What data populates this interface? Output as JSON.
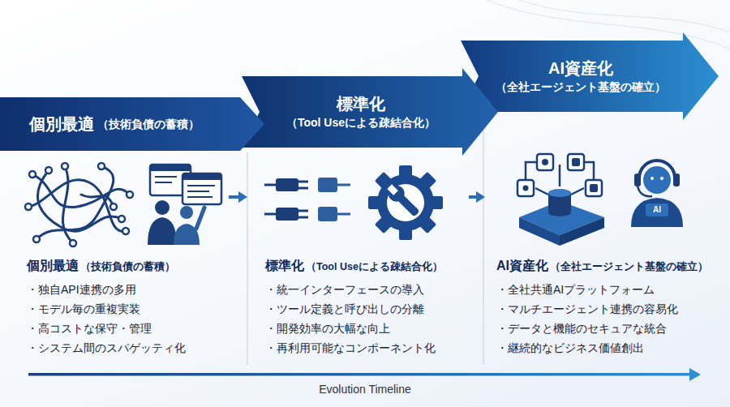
{
  "diagram": {
    "nodes": [
      {
        "text": [
          "個別最適",
          "（技術負債の蓄積）"
        ]
      },
      {
        "text": [
          "標準化",
          "（Tool Useによる疎結合化）"
        ]
      },
      {
        "text": [
          "AI資産化",
          "（全社エージェント基盤の確立）"
        ]
      },
      {
        "text": [
          "個別最適",
          "（技術負債の蓄積）",
          "・独自API連携の多用",
          "・モデル毎の重複実装",
          "・高コストな保守・管理",
          "・システム間のスパゲッティ化"
        ]
      },
      {
        "text": [
          "標準化",
          "（Tool Useによる疎結合化）",
          "・統一インターフェースの導入",
          "・ツール定義と呼び出しの分離",
          "・開発効率の大幅な向上",
          "・再利用可能なコンポーネント化"
        ]
      },
      {
        "text": [
          "AI資産化",
          "（全社エージェント基盤の確立）",
          "・全社共通AIプラットフォーム",
          "・マルチエージェント連携の容易化",
          "・データと機能のセキュアな統合",
          "・継続的なビジネス価値創出"
        ]
      }
    ],
    "edges": [
      {
        "from": 3,
        "to": 4,
        "arrow": "to"
      },
      {
        "from": 4,
        "to": 5,
        "arrow": "to"
      }
    ],
    "labels": [
      "AI",
      "Evolution Timeline"
    ]
  }
}
